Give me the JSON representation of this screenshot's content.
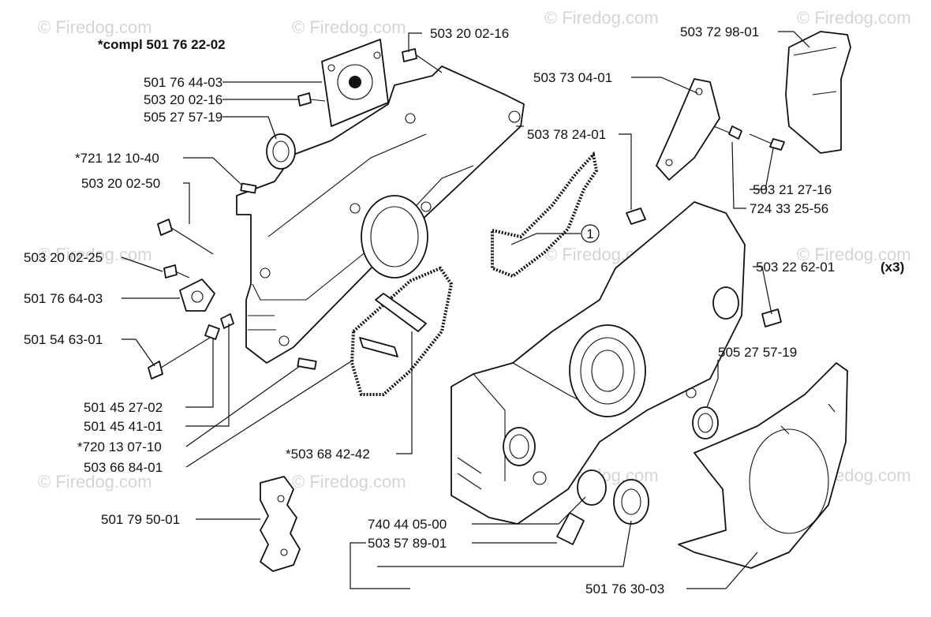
{
  "diagram": {
    "assembly_label": "*compl 501 76 22-02",
    "watermark": "© Firedog.com",
    "labels": {
      "p1": "503 20 02-16",
      "p2": "501 76 44-03",
      "p3": "503 20 02-16",
      "p4": "505 27 57-19",
      "p5": "*721 12 10-40",
      "p6": "503 20 02-50",
      "p7": "503 20 02-25",
      "p8": "501 76 64-03",
      "p9": "501 54 63-01",
      "p10": "501 45 27-02",
      "p11": "501 45 41-01",
      "p12": "*720 13 07-10",
      "p13": "503 66 84-01",
      "p14": "*503 68 42-42",
      "p15": "501 79 50-01",
      "p16": "740 44 05-00",
      "p17": "503 57 89-01",
      "p18": "501 76 30-03",
      "p19": "505 27 57-19",
      "p20": "503 22 62-01",
      "p20_qty": "(x3)",
      "p21": "724 33 25-56",
      "p22": "503 21 27-16",
      "p23": "503 73 04-01",
      "p24": "503 72 98-01",
      "p25": "503 78 24-01",
      "callout_1": "1"
    }
  }
}
